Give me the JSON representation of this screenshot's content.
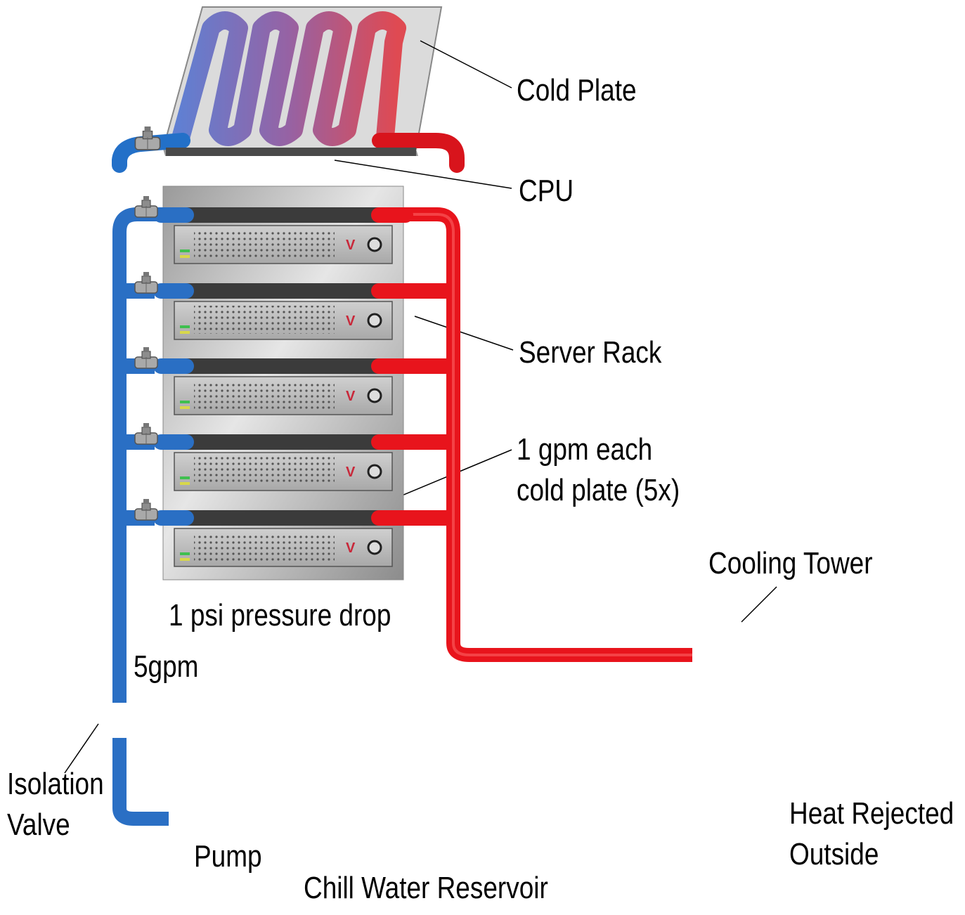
{
  "labels": {
    "cold_plate": "Cold Plate",
    "cpu": "CPU",
    "server_rack": "Server Rack",
    "flow_each_line1": "1 gpm each",
    "flow_each_line2": "cold plate (5x)",
    "cooling_tower": "Cooling Tower",
    "pressure_drop": "1 psi pressure drop",
    "total_flow": "5gpm",
    "isolation_valve_line1": "Isolation",
    "isolation_valve_line2": "Valve",
    "pump": "Pump",
    "reservoir": "Chill Water Reservoir",
    "heat_rejected_line1": "Heat Rejected",
    "heat_rejected_line2": "Outside"
  },
  "server_badge": "V",
  "colors": {
    "cold_pipe": "#2a6fc4",
    "hot_pipe": "#e8141c",
    "return_pipe": "#3d4e9a",
    "flow_arrow_blue": "#1f78c0",
    "flow_arrow_red": "#c0143c",
    "tower_body": "#e8cfcf"
  }
}
